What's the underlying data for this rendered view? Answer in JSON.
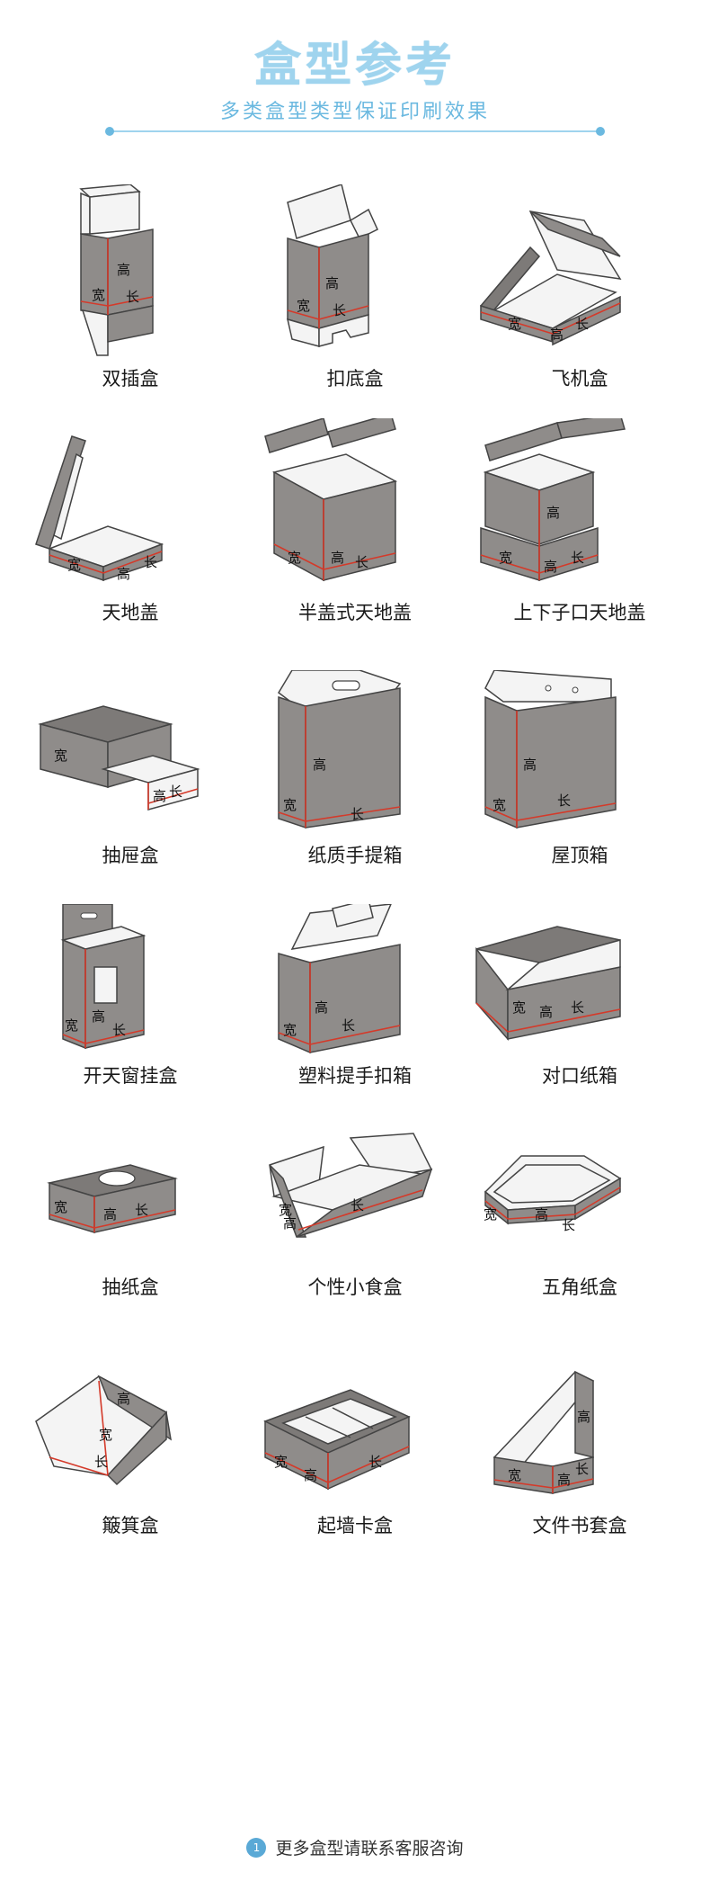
{
  "header": {
    "title": "盒型参考",
    "subtitle": "多类盒型类型保证印刷效果"
  },
  "dims": {
    "width": "宽",
    "height": "高",
    "length": "长"
  },
  "boxes": [
    {
      "label": "双插盒"
    },
    {
      "label": "扣底盒"
    },
    {
      "label": "飞机盒"
    },
    {
      "label": "天地盖"
    },
    {
      "label": "半盖式天地盖"
    },
    {
      "label": "上下子口天地盖"
    },
    {
      "label": "抽屉盒"
    },
    {
      "label": "纸质手提箱"
    },
    {
      "label": "屋顶箱"
    },
    {
      "label": "开天窗挂盒"
    },
    {
      "label": "塑料提手扣箱"
    },
    {
      "label": "对口纸箱"
    },
    {
      "label": "抽纸盒"
    },
    {
      "label": "个性小食盒"
    },
    {
      "label": "五角纸盒"
    },
    {
      "label": "簸箕盒"
    },
    {
      "label": "起墙卡盒"
    },
    {
      "label": "文件书套盒"
    }
  ],
  "footer": {
    "badge": "1",
    "text": "更多盒型请联系客服咨询"
  }
}
